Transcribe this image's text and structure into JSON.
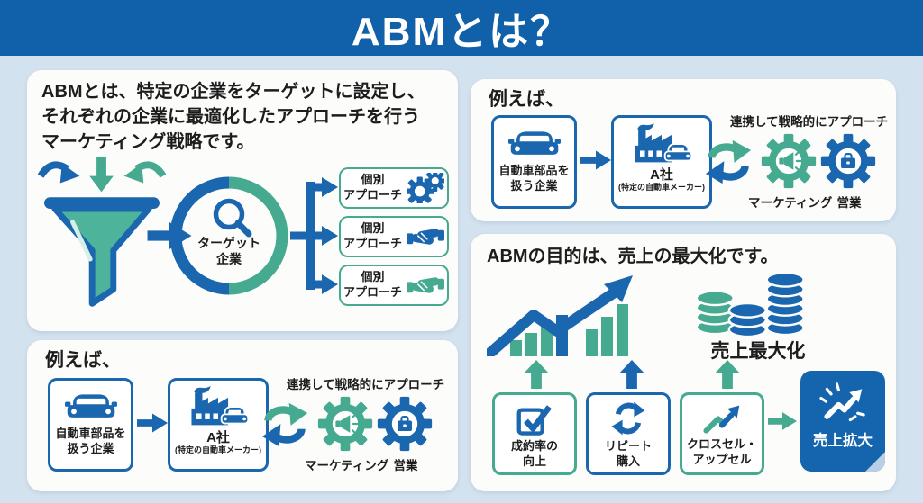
{
  "banner": {
    "title": "ABMとは？"
  },
  "colors": {
    "banner_bg": "#1161aa",
    "accent_blue": "#1a67b0",
    "accent_teal": "#45aa90",
    "background": "#d3e2ef",
    "panel_bg": "#fcfcfa",
    "outcome_bg": "#1565ae"
  },
  "definition": {
    "lines": [
      "ABMとは、特定の企業をターゲットに設定し、",
      "それぞれの企業に最適化したアプローチを行う",
      "マーケティング戦略です。"
    ],
    "target_lines": [
      "ターゲット",
      "企業"
    ],
    "approach_boxes": [
      {
        "lines": [
          "個別",
          "アプローチ"
        ],
        "icon": "gears-icon"
      },
      {
        "lines": [
          "個別",
          "アプローチ"
        ],
        "icon": "handshake-icon-blue"
      },
      {
        "lines": [
          "個別",
          "アプローチ"
        ],
        "icon": "handshake-icon-teal"
      }
    ]
  },
  "example_top": {
    "heading": "例えば、",
    "supplier_lines": [
      "自動車部品を",
      "扱う企業"
    ],
    "maker_label": "A社",
    "maker_sublabel": "(特定の自動車メーカー)",
    "caption": "連携して戦略的にアプローチ",
    "marketing_label": "マーケティング",
    "sales_label": "営業"
  },
  "example_bottom": {
    "heading": "例えば、",
    "supplier_lines": [
      "自動車部品を",
      "扱う企業"
    ],
    "maker_label": "A社",
    "maker_sublabel": "(特定の自動車メーカー)",
    "caption": "連携して戦略的にアプローチ",
    "marketing_label": "マーケティング",
    "sales_label": "営業"
  },
  "goal": {
    "heading": "ABMの目的は、売上の最大化です。",
    "result_caption": "売上最大化",
    "factor_boxes": [
      {
        "lines": [
          "成約率の",
          "向上"
        ],
        "icon": "checkbox-icon"
      },
      {
        "lines": [
          "リピート",
          "購入"
        ],
        "icon": "repeat-icon"
      },
      {
        "lines": [
          "クロスセル・",
          "アップセル"
        ],
        "icon": "trend-up-icon"
      }
    ],
    "outcome_label": "売上拡大"
  }
}
